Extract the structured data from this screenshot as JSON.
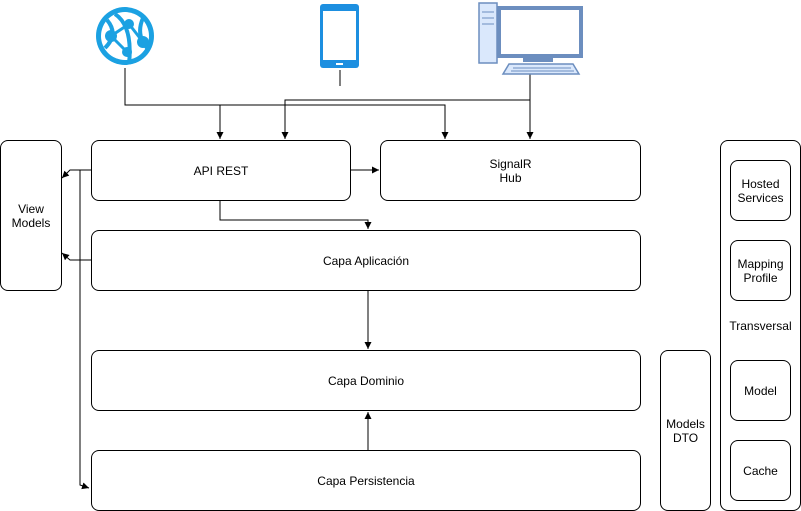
{
  "clients": {
    "web": {
      "icon": "web-globe-icon"
    },
    "mobile": {
      "icon": "mobile-phone-icon"
    },
    "desktop": {
      "icon": "desktop-computer-icon"
    }
  },
  "boxes": {
    "api_rest": "API REST",
    "signalr_hub": "SignalR\nHub",
    "view_models": "View\nModels",
    "capa_aplicacion": "Capa Aplicación",
    "capa_dominio": "Capa Dominio",
    "capa_persistencia": "Capa Persistencia",
    "models_dto": "Models\nDTO",
    "transversal": "Transversal",
    "hosted_services": "Hosted\nServices",
    "mapping_profile": "Mapping\nProfile",
    "model": "Model",
    "cache": "Cache"
  },
  "colors": {
    "web_icon": "#1ba1e2",
    "mobile_icon": "#1d8fe0",
    "desktop_icon": "#6c8ebf",
    "stroke": "#000000"
  }
}
